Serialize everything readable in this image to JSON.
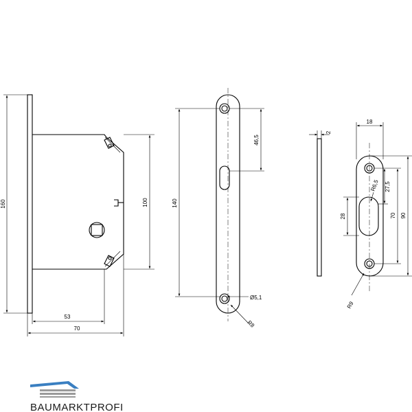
{
  "dimensions": {
    "body_height": "160",
    "case_height": "100",
    "backset": "53",
    "body_width": "70",
    "faceplate_length": "140",
    "hole_to_slot": "46,5",
    "hole_diameter": "Ø5,1",
    "faceplate_radius": "R8",
    "plate_thickness": "2",
    "strike_width": "18",
    "slot_radius": "R6,5",
    "hole_to_slot_strike": "27,5",
    "slot_height": "28",
    "hole_spacing": "70",
    "strike_length": "90",
    "strike_radius": "R9"
  },
  "logo": {
    "text": "BAUMARKTPROFI",
    "colors": {
      "blue": "#3a7fc1",
      "gray": "#9a9a9a"
    }
  }
}
